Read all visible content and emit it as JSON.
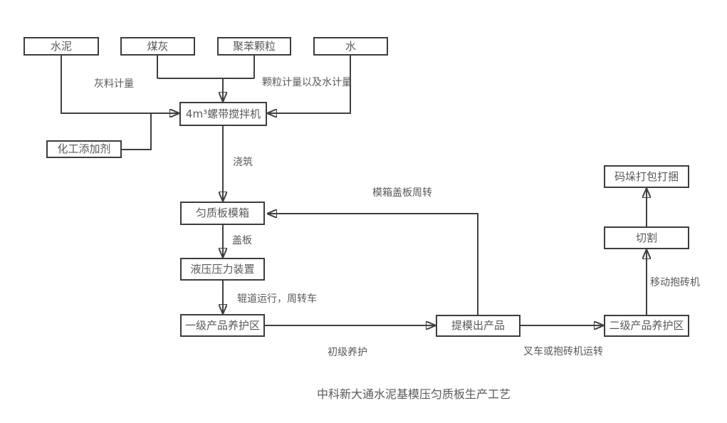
{
  "title": "中科新大通水泥基模压匀质板生产工艺",
  "nodes": {
    "cement": "水泥",
    "coal_ash": "煤灰",
    "polystyrene_particles": "聚苯颗粒",
    "water": "水",
    "mixer": "4m³螺带搅拌机",
    "chemical_additive": "化工添加剂",
    "mold_box": "匀质板模箱",
    "hydraulic_press": "液压压力装置",
    "primary_curing_area": "一级产品养护区",
    "demold_product": "提模出产品",
    "secondary_curing_area": "二级产品养护区",
    "cutting": "切割",
    "stack_pack_bundle": "码垛打包打捆"
  },
  "edge_labels": {
    "ash_metering": "灰料计量",
    "particle_and_water_metering": "颗粒计量以及水计量",
    "pouring": "浇筑",
    "cover_plate": "盖板",
    "roller_transfer": "辊道运行，周转车",
    "primary_curing": "初级养护",
    "mold_cover_turnover": "模箱盖板周转",
    "forklift_transfer": "叉车或抱砖机运转",
    "mobile_brick_grabber": "移动抱砖机"
  },
  "colors": {
    "line": "#404040",
    "text": "#595959",
    "background": "#ffffff"
  }
}
